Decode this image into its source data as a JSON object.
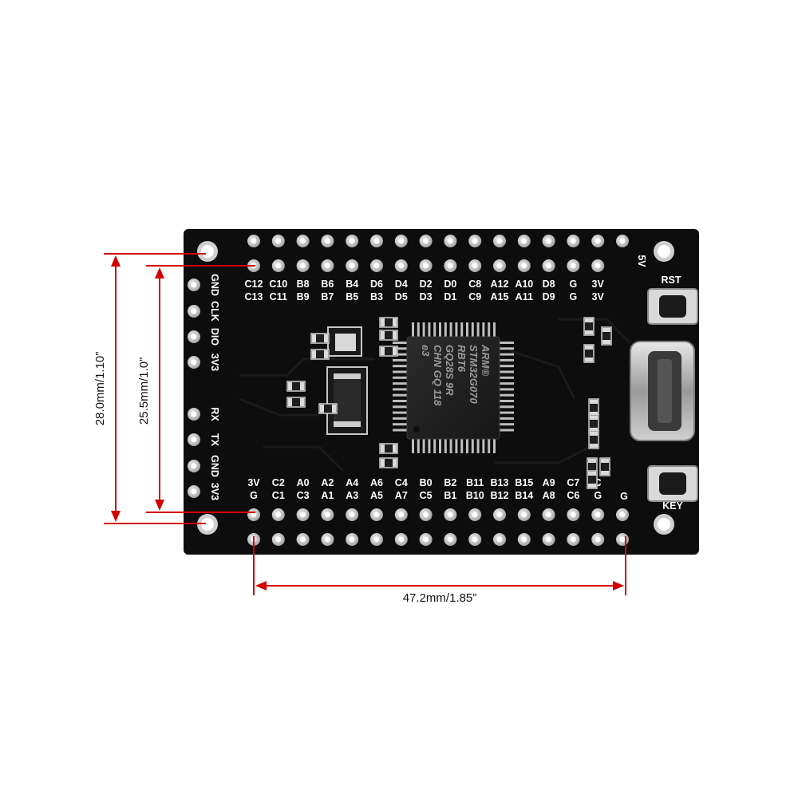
{
  "board": {
    "top_left_label": "5V",
    "top_row1": [
      "C12",
      "C10",
      "B8",
      "B6",
      "B4",
      "D6",
      "D4",
      "D2",
      "D0",
      "C8",
      "A12",
      "A10",
      "D8",
      "G",
      "3V"
    ],
    "top_row2": [
      "C13",
      "C11",
      "B9",
      "B7",
      "B5",
      "B3",
      "D5",
      "D3",
      "D1",
      "C9",
      "A15",
      "A11",
      "D9",
      "G",
      "3V"
    ],
    "bottom_row1": [
      "3V",
      "C2",
      "A0",
      "A2",
      "A4",
      "A6",
      "C4",
      "B0",
      "B2",
      "B11",
      "B13",
      "B15",
      "A9",
      "C7",
      "C"
    ],
    "bottom_row2": [
      "G",
      "C1",
      "C3",
      "A1",
      "A3",
      "A5",
      "A7",
      "C5",
      "B1",
      "B10",
      "B12",
      "B14",
      "A8",
      "C6",
      "G"
    ],
    "bottom_right_label": "G",
    "left_header_top": [
      "GND",
      "CLK",
      "DIO",
      "3V3"
    ],
    "left_header_bottom": [
      "RX",
      "TX",
      "GND",
      "3V3"
    ],
    "button_rst": "RST",
    "button_key": "KEY",
    "chip_marking": [
      "ARM®",
      "STM32G070",
      "RBT6",
      "GQ28S 9R",
      "CHN GQ 118",
      "e3"
    ]
  },
  "dimensions": {
    "height_outer": "28.0mm/1.10”",
    "height_inner": "25.5mm/1.0”",
    "width": "47.2mm/1.85”"
  },
  "colors": {
    "pcb": "#0d0d0d",
    "dimension": "#d40000",
    "pad": "#d6d6d6"
  }
}
